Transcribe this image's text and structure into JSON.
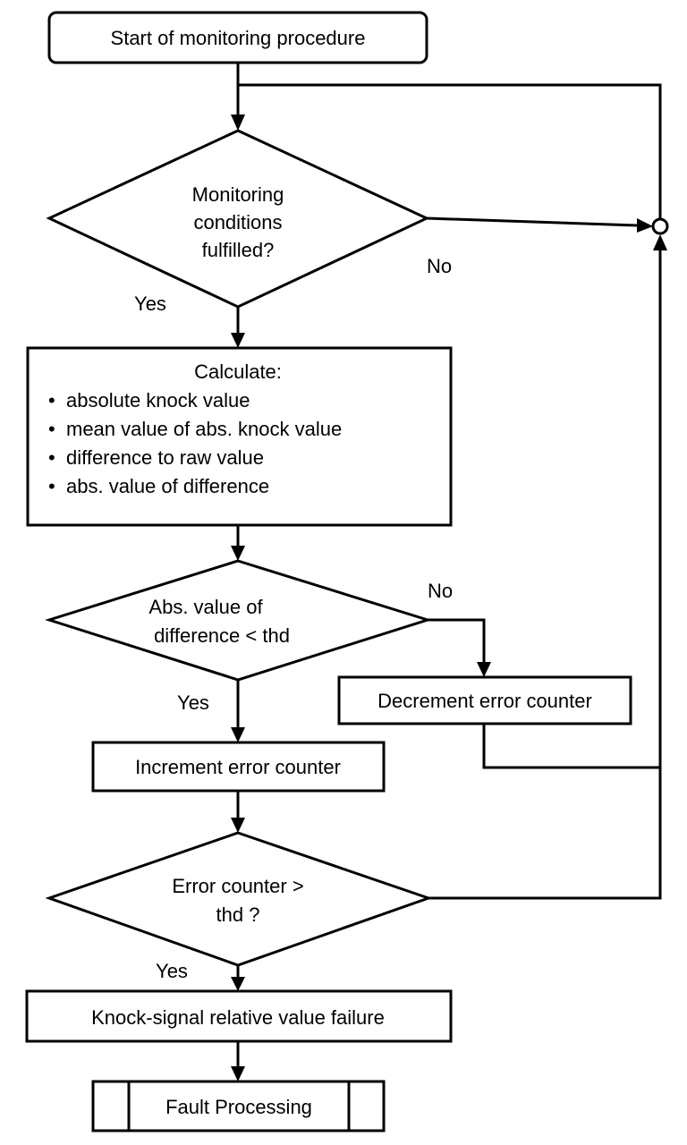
{
  "start": {
    "label": "Start of monitoring procedure"
  },
  "decision_conditions": {
    "lines": [
      "Monitoring",
      "conditions",
      "fulfilled?"
    ],
    "yes_label": "Yes",
    "no_label": "No"
  },
  "calculate": {
    "title": "Calculate:",
    "bullet": "•",
    "items": [
      "absolute knock value",
      "mean value of abs. knock value",
      "difference to raw value",
      "abs. value of difference"
    ]
  },
  "decision_difference": {
    "lines": [
      "Abs. value of",
      "difference < thd"
    ],
    "yes_label": "Yes",
    "no_label": "No"
  },
  "decrement": {
    "label": "Decrement error counter"
  },
  "increment": {
    "label": "Increment error counter"
  },
  "decision_error": {
    "lines": [
      "Error counter >",
      "thd ?"
    ],
    "yes_label": "Yes"
  },
  "failure": {
    "label": "Knock-signal relative value failure"
  },
  "fault": {
    "label": "Fault Processing"
  }
}
